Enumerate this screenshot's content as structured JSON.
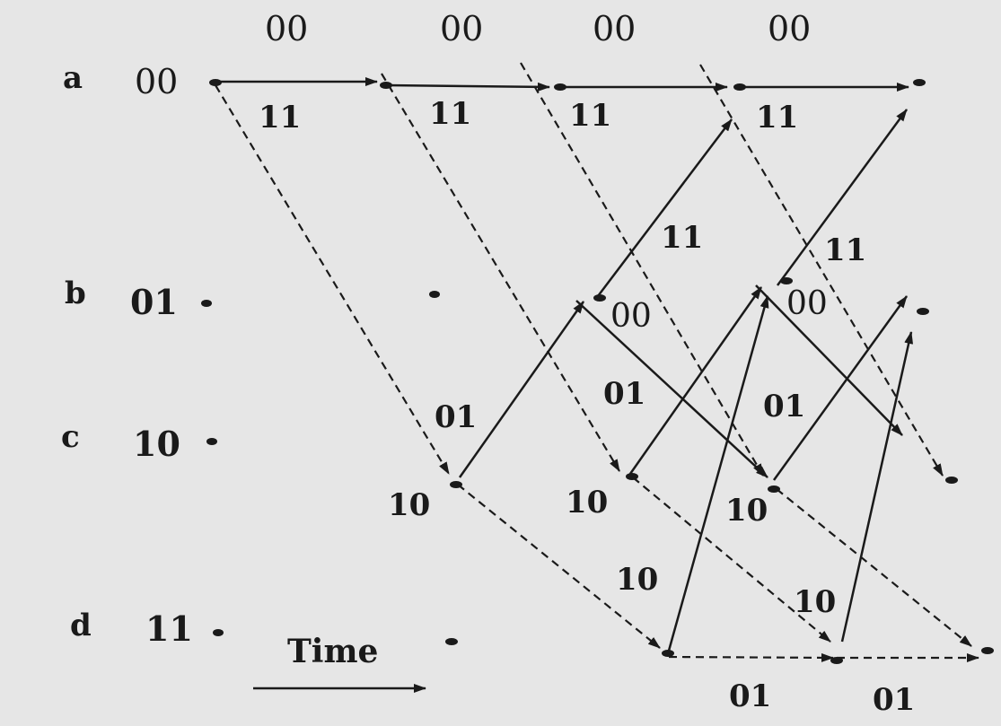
{
  "states": [
    {
      "letter": "a",
      "code": "00"
    },
    {
      "letter": "b",
      "code": "01"
    },
    {
      "letter": "c",
      "code": "10"
    },
    {
      "letter": "d",
      "code": "11"
    }
  ],
  "top_outputs": [
    "00",
    "00",
    "00",
    "00"
  ],
  "branch_labels": {
    "a_low": [
      "11",
      "11",
      "11",
      "11"
    ],
    "b_to_a": [
      "11",
      "11"
    ],
    "b_to_c": [
      "00",
      "00"
    ],
    "c_to_b": [
      "01",
      "01",
      "01"
    ],
    "c_to_d": [
      "10",
      "10",
      "10",
      "10",
      "10"
    ],
    "d_to_d": [
      "01",
      "01"
    ]
  },
  "time_label": "Time",
  "colors": {
    "background": "#e6e6e6",
    "ink": "#1a1a1a"
  }
}
